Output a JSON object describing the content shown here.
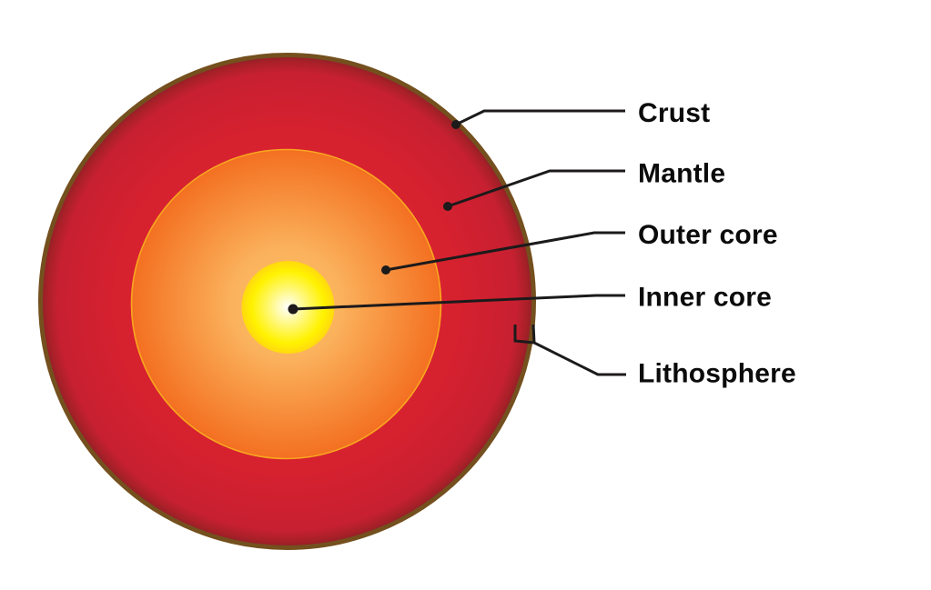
{
  "labels": {
    "crust": "Crust",
    "mantle": "Mantle",
    "outer_core": "Outer core",
    "inner_core": "Inner core",
    "lithosphere": "Lithosphere"
  },
  "colors": {
    "background": "#FFFFFF",
    "crust_ring": "#74501E",
    "mantle_center": "#DE2532",
    "mantle_mid": "#D6212F",
    "mantle_outer": "#C72031",
    "mantle_shadow": "#A82028",
    "mantle_rim": "#8C2127",
    "outer_core_center": "#FDBE6B",
    "outer_core_inner": "#FBB25C",
    "outer_core_edge": "#F37021",
    "outer_core_stroke": "#F9A71F",
    "inner_core_center": "#FFFFFF",
    "inner_core_soft": "#FFF768",
    "inner_core_mid": "#FFF200",
    "inner_core_edge": "#FFD90F",
    "leader": "#1C1A1B",
    "text": "#0B0B0B"
  }
}
